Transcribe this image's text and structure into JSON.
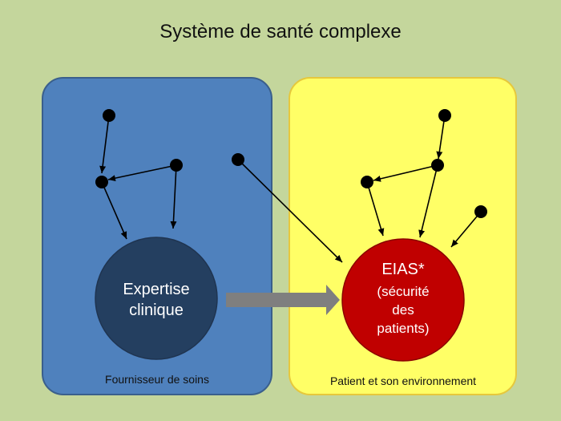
{
  "title": "Système de santé complexe",
  "panels": {
    "provider": {
      "label": "Fournisseur de soins",
      "fill": "#4f81bd",
      "stroke": "#3a5f8c"
    },
    "patient": {
      "label": "Patient et son environnement",
      "fill": "#ffff66",
      "stroke": "#e6c83c"
    }
  },
  "nodes": {
    "expertise": {
      "lines": [
        "Expertise",
        "clinique"
      ],
      "fill": "#243f60"
    },
    "eias": {
      "lines": [
        "EIAS*",
        "(sécurité",
        "des",
        "patients)"
      ],
      "fill": "#c00000"
    }
  },
  "colors": {
    "dot": "#000000",
    "big_arrow": "#7f7f7f"
  }
}
